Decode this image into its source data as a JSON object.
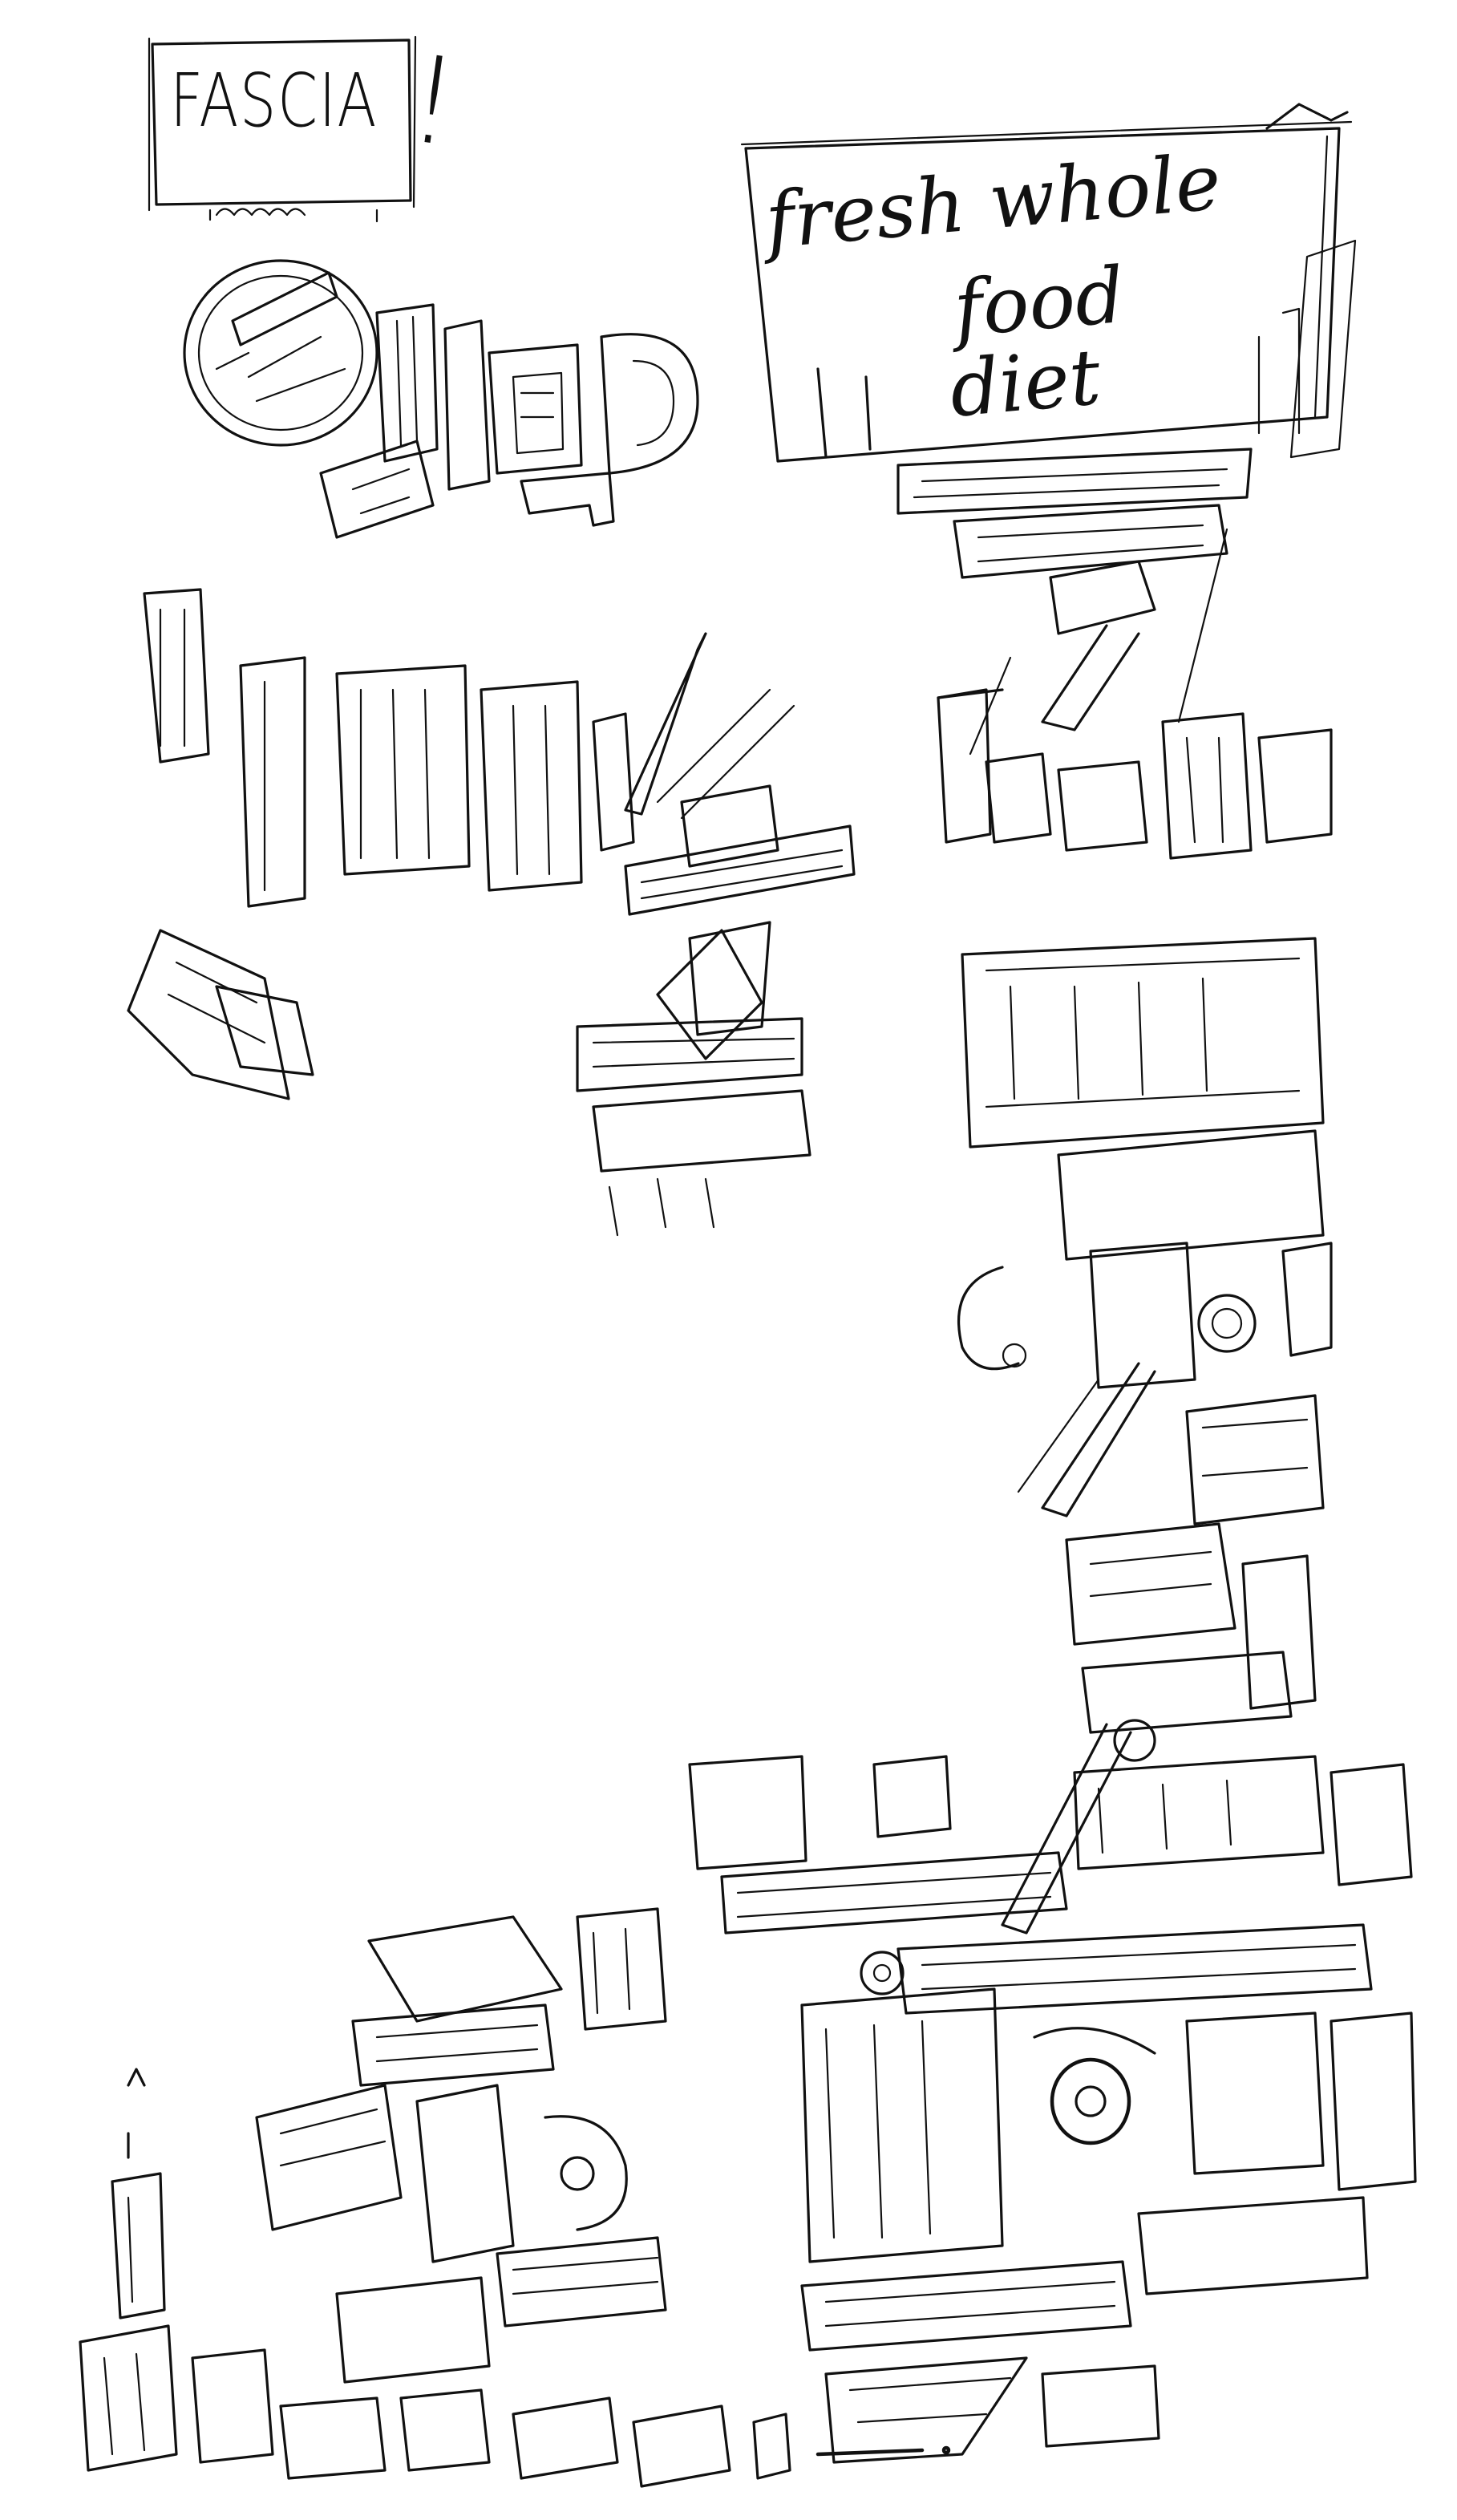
{
  "sketch": {
    "fascia_label": "FASCIA",
    "exclamation": "!",
    "sign_lines": [
      "fresh whole",
      "food",
      "diet"
    ]
  }
}
